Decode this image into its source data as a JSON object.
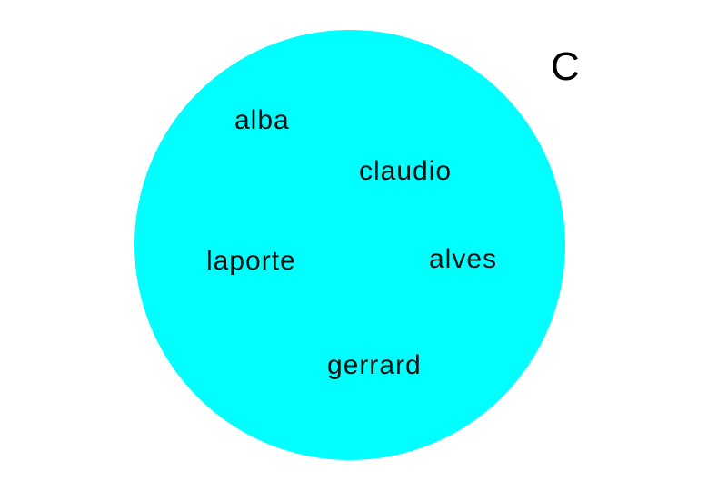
{
  "set": {
    "label": "C",
    "color": "#00ffff",
    "members": [
      "alba",
      "claudio",
      "laporte",
      "alves",
      "gerrard"
    ]
  }
}
